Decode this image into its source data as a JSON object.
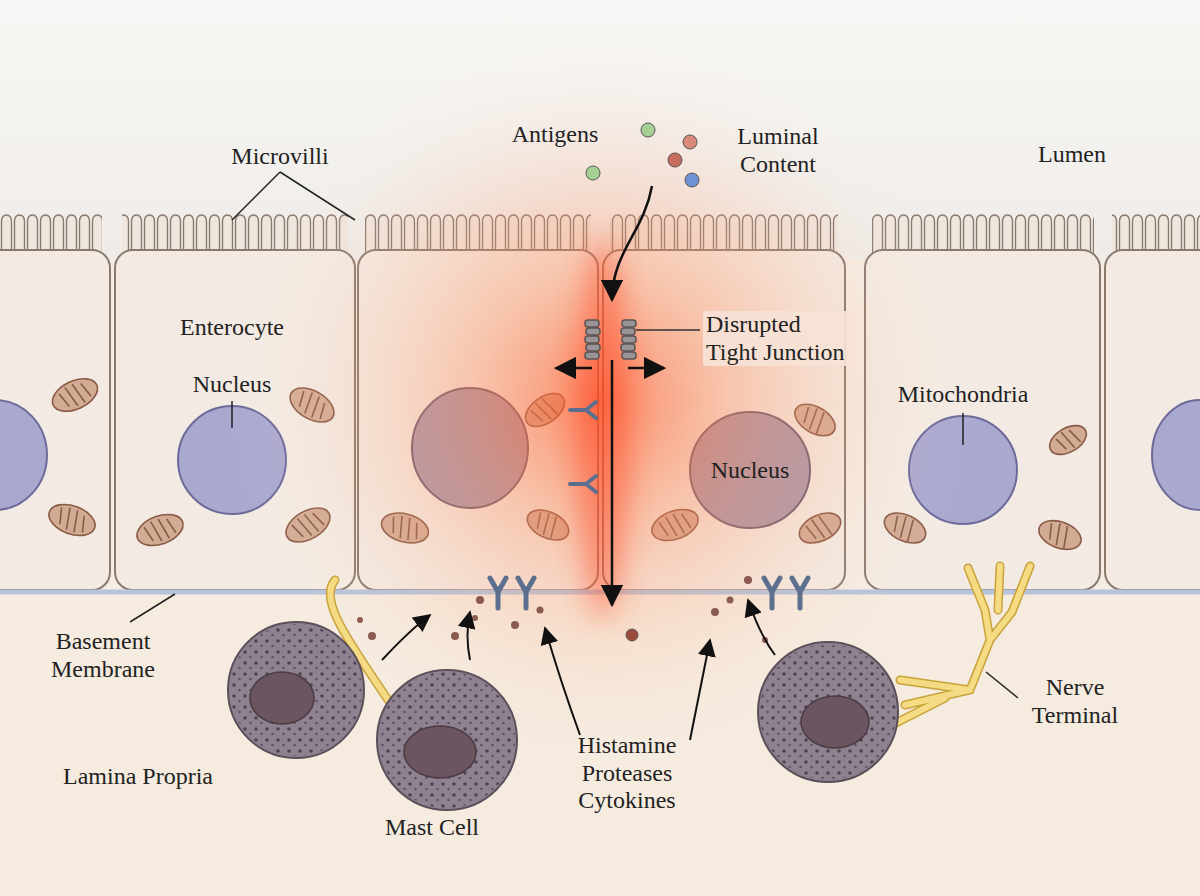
{
  "diagram": {
    "labels": [
      "Microvilli",
      "Antigens",
      "Luminal Content",
      "Lumen",
      "Enterocyte",
      "Nucleus",
      "Disrupted Tight Junction",
      "Mitochondria",
      "Nucleus",
      "Basement Membrane",
      "Histamine Proteases Cytokines",
      "Nerve Terminal",
      "Lamina Propria",
      "Mast Cell"
    ]
  }
}
